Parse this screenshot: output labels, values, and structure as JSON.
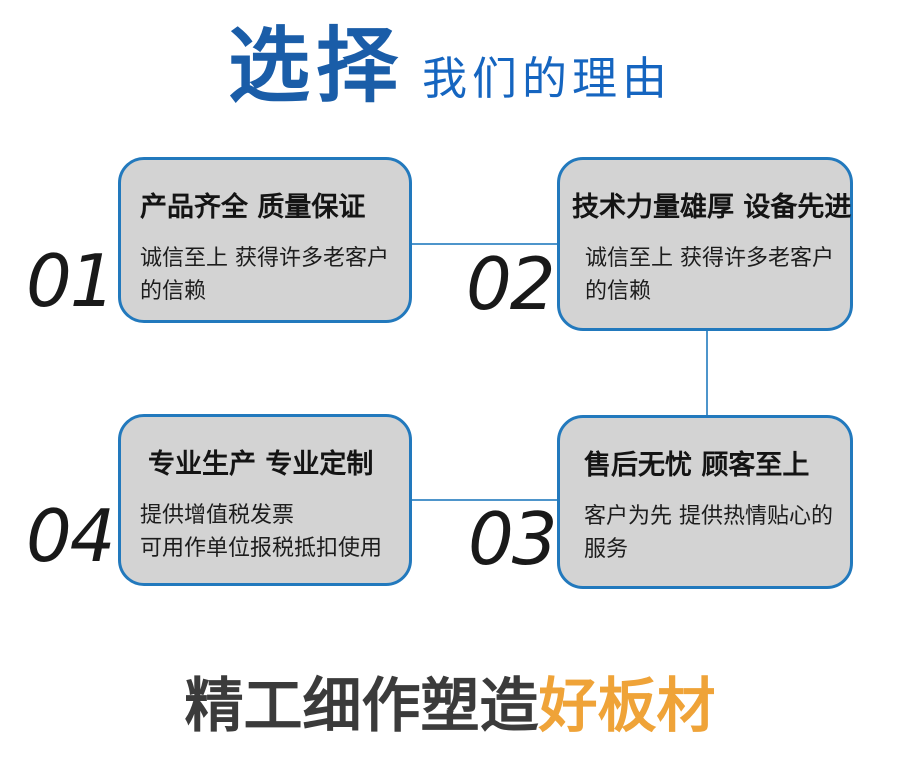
{
  "header": {
    "title_main": "选择",
    "title_sub": "我们的理由"
  },
  "cards": [
    {
      "number": "01",
      "title": "产品齐全 质量保证",
      "desc_lines": [
        "诚信至上 获得许多老客户",
        "的信赖"
      ]
    },
    {
      "number": "02",
      "title": "技术力量雄厚 设备先进",
      "desc_lines": [
        "诚信至上 获得许多老客户",
        "的信赖"
      ]
    },
    {
      "number": "03",
      "title": "售后无忧 顾客至上",
      "desc_lines": [
        "客户为先 提供热情贴心的",
        "服务"
      ]
    },
    {
      "number": "04",
      "title": "专业生产 专业定制",
      "desc_lines": [
        "提供增值税发票",
        "可用作单位报税抵扣使用"
      ]
    }
  ],
  "footer": {
    "text_gray": "精工细作塑造",
    "text_orange": "好板材"
  },
  "colors": {
    "title-blue": "#1A5DA8",
    "sub-blue": "#1565C0",
    "card-border": "#2279BD",
    "card-fill": "#D3D3D3",
    "connector": "#4E95CB",
    "number-black": "#191919",
    "footer-gray": "#3B3B3B",
    "footer-orange": "#EFA338"
  }
}
